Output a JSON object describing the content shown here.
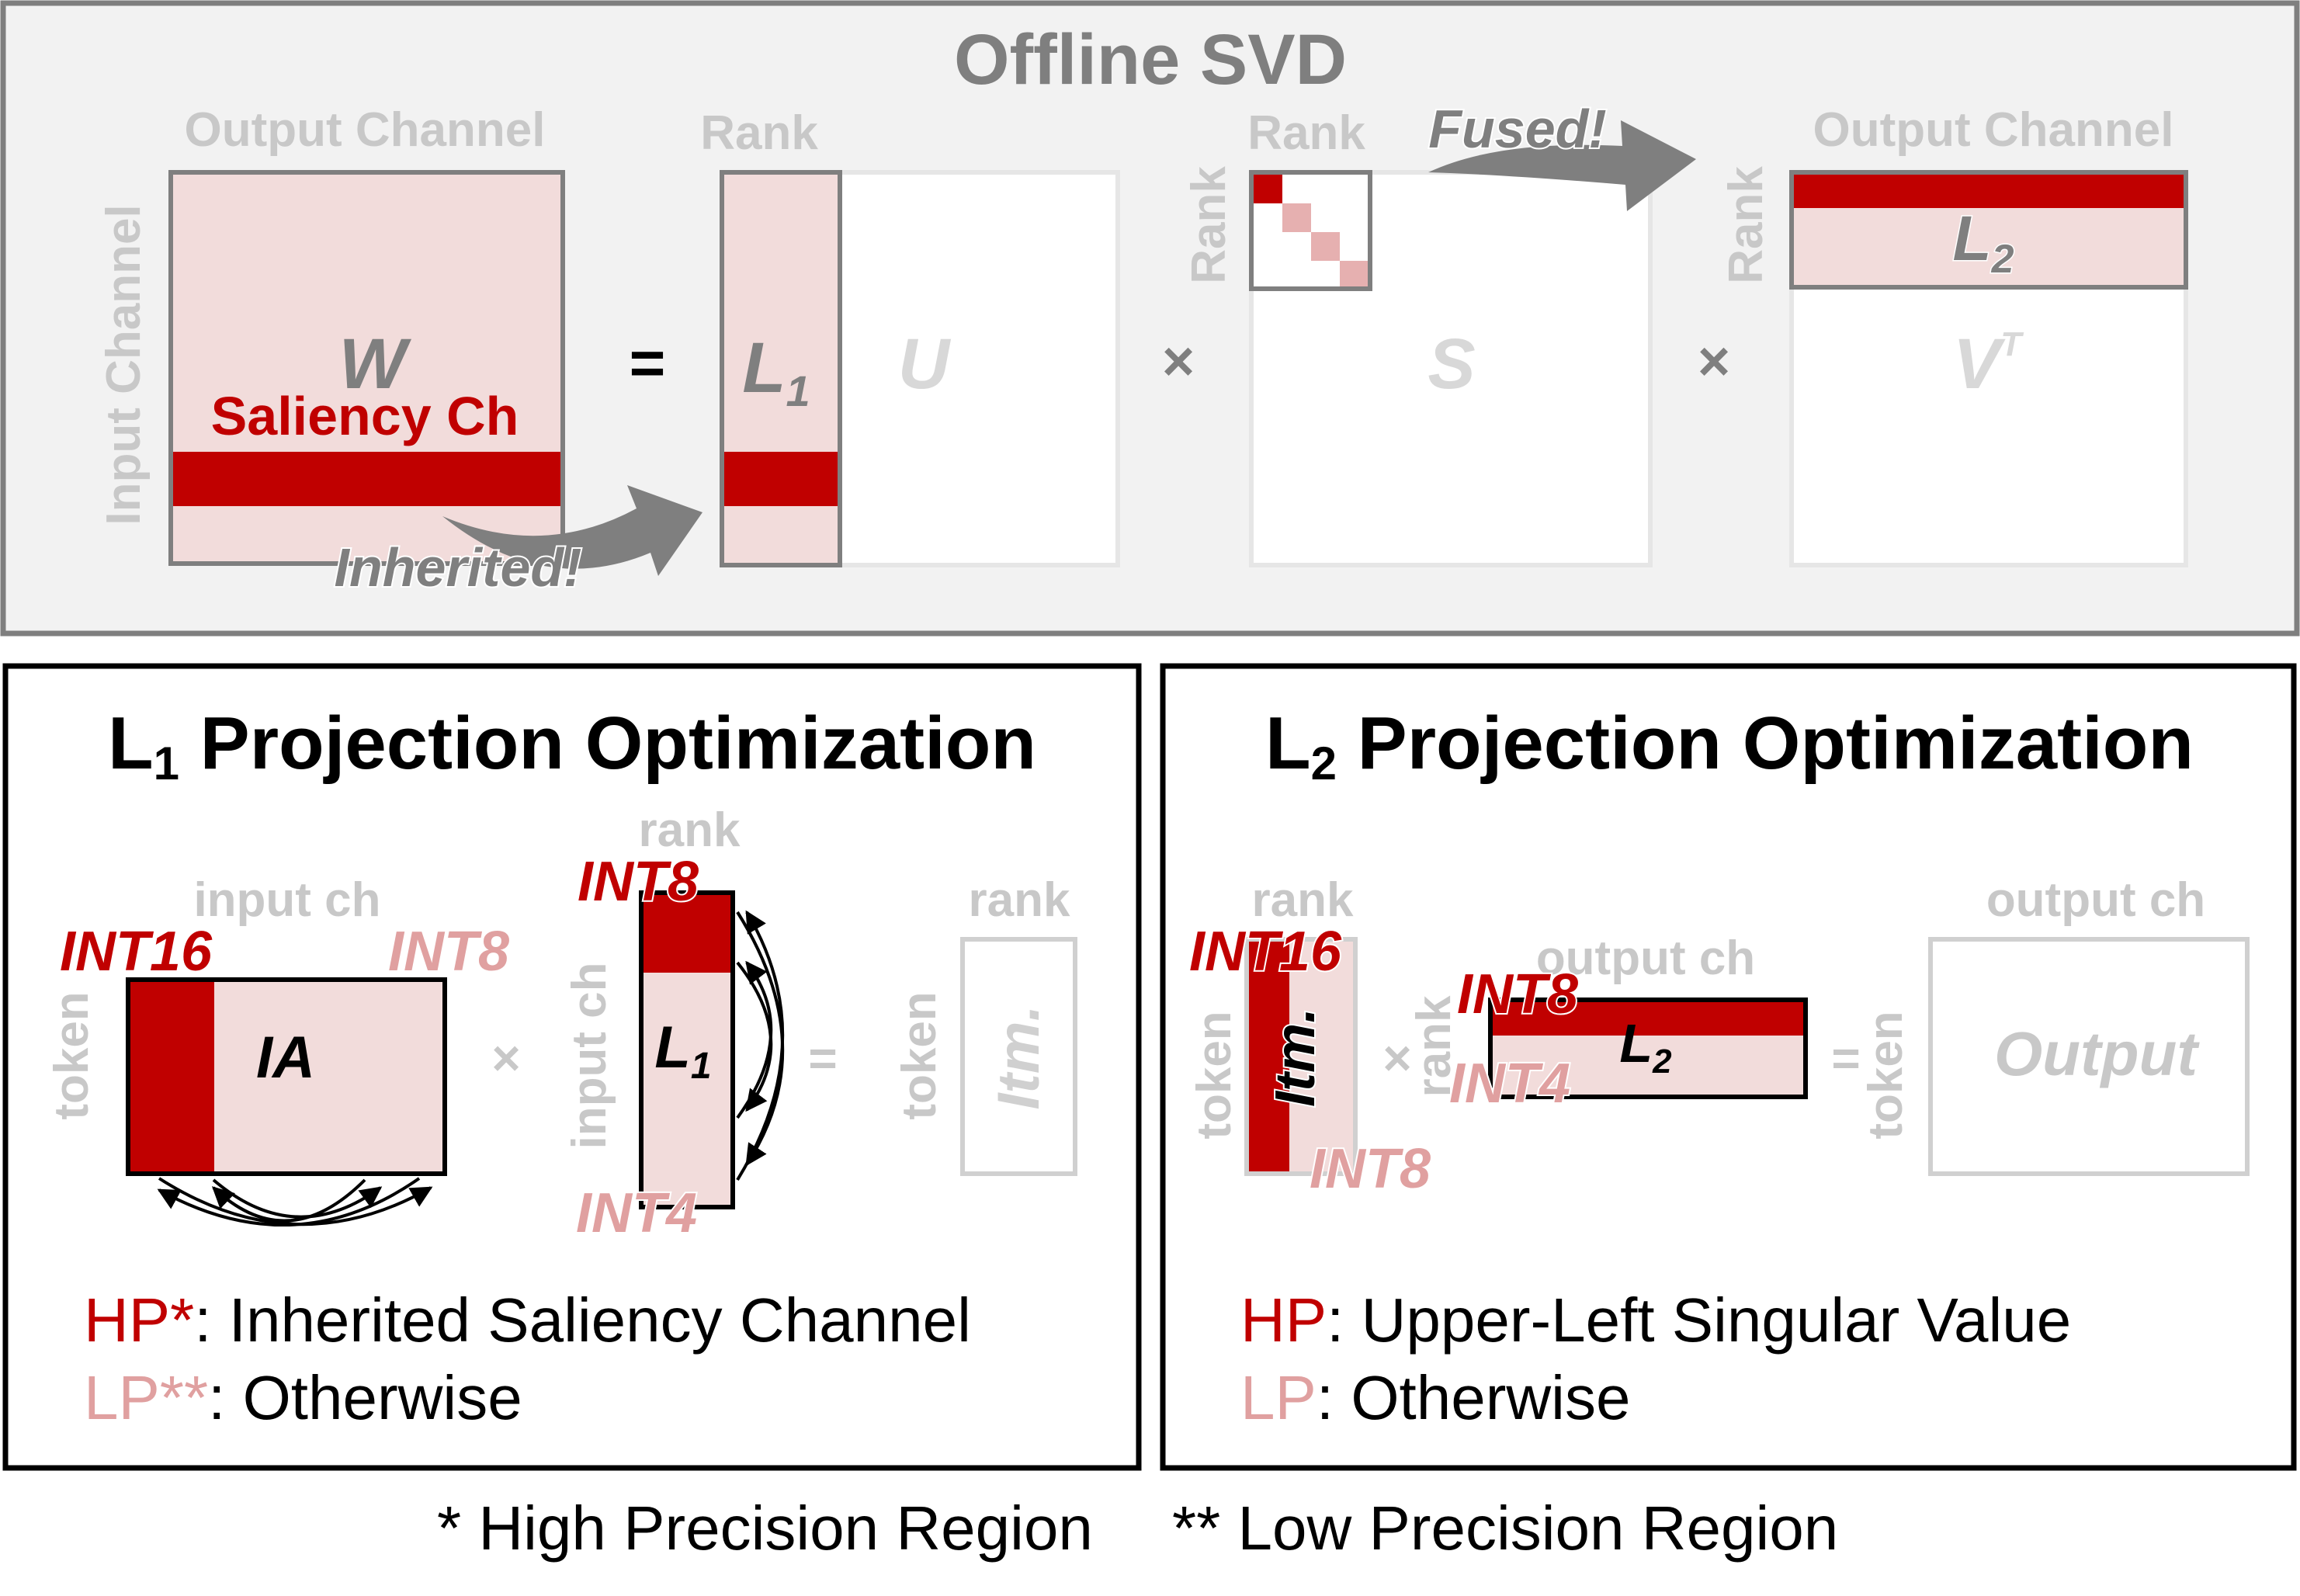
{
  "colors": {
    "dark_red": "#c00000",
    "light_red": "#f2dcdb",
    "mid_red": "#e6b0b0",
    "pink_text": "#e0a0a0",
    "gray": "#7f7f7f",
    "light_gray": "#c8c8c8",
    "panel_bg": "#f2f2f2"
  },
  "top": {
    "title": "Offline SVD",
    "w_matrix": {
      "top_label": "Output Channel",
      "side_label": "Input Channel",
      "name": "W",
      "saliency_label": "Saliency Ch"
    },
    "eq": "=",
    "times": "×",
    "inherited": "Inherited!",
    "fused": "Fused!",
    "u_matrix": {
      "top_label": "Rank",
      "l_name": "L",
      "l_sub": "1",
      "name": "U"
    },
    "s_matrix": {
      "top_label": "Rank",
      "side_label": "Rank",
      "name": "S"
    },
    "v_matrix": {
      "top_label": "Output Channel",
      "side_label": "Rank",
      "l_name": "L",
      "l_sub": "2",
      "name": "V",
      "sup": "T"
    }
  },
  "l1_panel": {
    "title_prefix": "L",
    "title_sub": "1",
    "title_rest": " Projection Optimization",
    "ia": {
      "top_label": "input ch",
      "side_label": "token",
      "name": "IA",
      "hp": "INT16",
      "lp": "INT8"
    },
    "times": "×",
    "l1": {
      "top_label": "rank",
      "side_label": "input ch",
      "name": "L",
      "sub": "1",
      "hp": "INT8",
      "lp": "INT4"
    },
    "eq": "=",
    "itm": {
      "top_label": "rank",
      "side_label": "token",
      "name": "Itm."
    },
    "legend": [
      {
        "key": "HP*",
        "text": ": Inherited Saliency Channel"
      },
      {
        "key": "LP**",
        "text": ": Otherwise"
      }
    ]
  },
  "l2_panel": {
    "title_prefix": "L",
    "title_sub": "2",
    "title_rest": " Projection Optimization",
    "itm": {
      "top_label": "rank",
      "side_label": "token",
      "name": "Itm.",
      "hp": "INT16",
      "lp": "INT8"
    },
    "times": "×",
    "l2": {
      "top_label": "output ch",
      "side_label": "rank",
      "name": "L",
      "sub": "2",
      "hp": "INT8",
      "lp": "INT4"
    },
    "eq": "=",
    "output": {
      "top_label": "output ch",
      "side_label": "token",
      "name": "Output"
    },
    "legend": [
      {
        "key": "HP",
        "text": ": Upper-Left Singular Value"
      },
      {
        "key": "LP",
        "text": ": Otherwise"
      }
    ]
  },
  "footnote": {
    "hp": "* High Precision Region",
    "lp": "** Low Precision Region"
  }
}
